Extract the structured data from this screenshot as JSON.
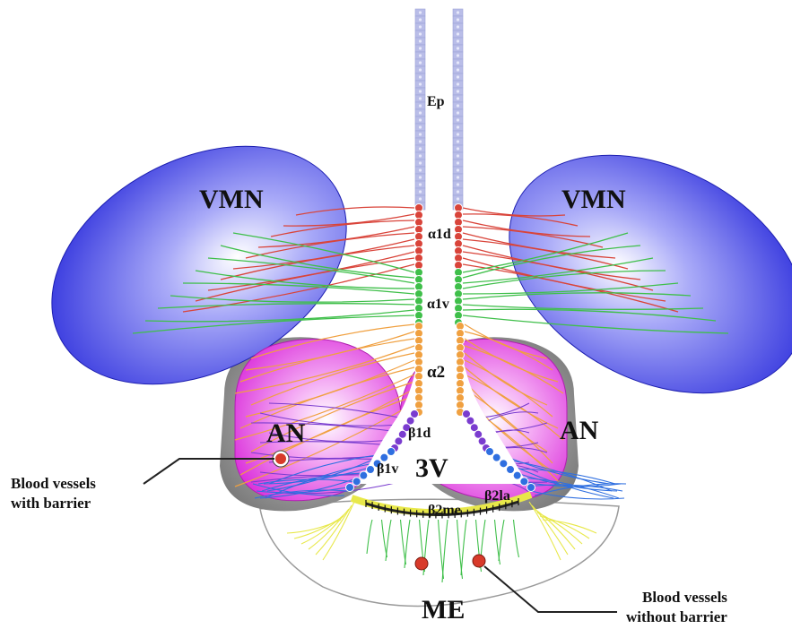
{
  "labels": {
    "ep": "Ep",
    "vmn_left": "VMN",
    "vmn_right": "VMN",
    "an_left": "AN",
    "an_right": "AN",
    "third_ventricle": "3V",
    "me": "ME",
    "alpha1d": "α1d",
    "alpha1v": "α1v",
    "alpha2": "α2",
    "beta1d": "β1d",
    "beta1v": "β1v",
    "beta2la": "β2la",
    "beta2me": "β2me"
  },
  "annotations": {
    "with_barrier_line1": "Blood vessels",
    "with_barrier_line2": "with barrier",
    "without_barrier_line1": "Blood vessels",
    "without_barrier_line2": "without barrier"
  },
  "colors": {
    "vmn": "#3b3df0",
    "an": "#e63ee8",
    "ependyma": "#b9bde8",
    "alpha1d": "#d9443a",
    "alpha1v": "#3fbf4a",
    "alpha2": "#f0a040",
    "beta1d": "#7a3ccf",
    "beta1v": "#2f6fe0",
    "beta2": "#e8e84a",
    "vessel": "#d83a2a"
  }
}
